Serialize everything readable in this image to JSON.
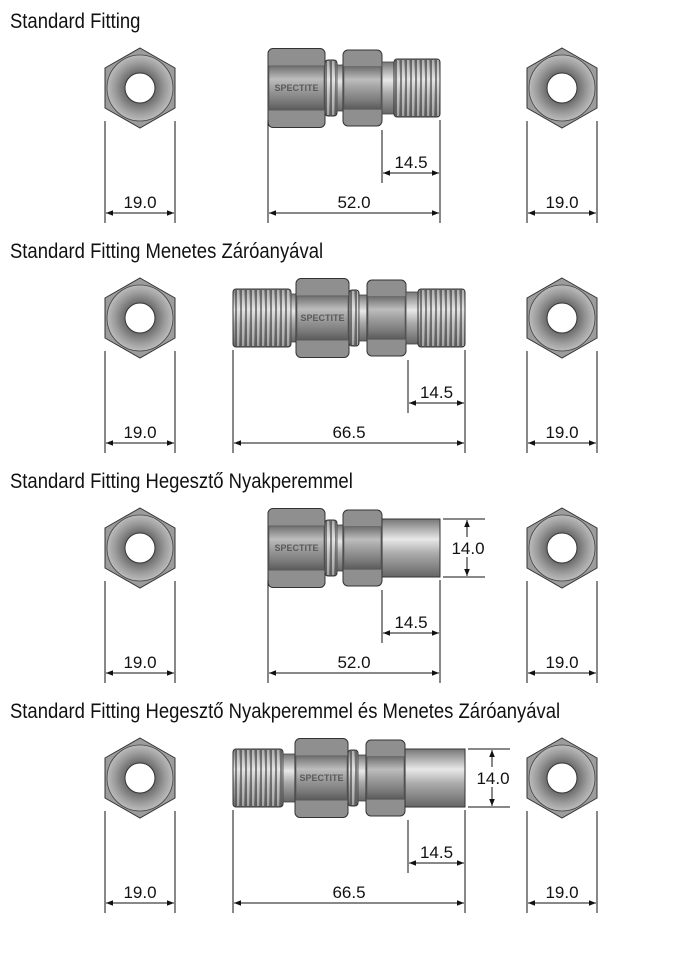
{
  "logo": "SPECTITE",
  "sections": [
    {
      "title": "Standard Fitting",
      "hex_left": "19.0",
      "thread_len": "14.5",
      "total_len": "52.0",
      "hex_right": "19.0"
    },
    {
      "title": "Standard Fitting Menetes Záróanyával",
      "hex_left": "19.0",
      "thread_len": "14.5",
      "total_len": "66.5",
      "hex_right": "19.0"
    },
    {
      "title": "Standard Fitting Hegesztő Nyakperemmel",
      "hex_left": "19.0",
      "thread_len": "14.5",
      "total_len": "52.0",
      "hex_right": "19.0",
      "tube_dia": "14.0"
    },
    {
      "title": "Standard Fitting Hegesztő Nyakperemmel és Menetes Záróanyával",
      "hex_left": "19.0",
      "thread_len": "14.5",
      "total_len": "66.5",
      "hex_right": "19.0",
      "tube_dia": "14.0"
    }
  ]
}
